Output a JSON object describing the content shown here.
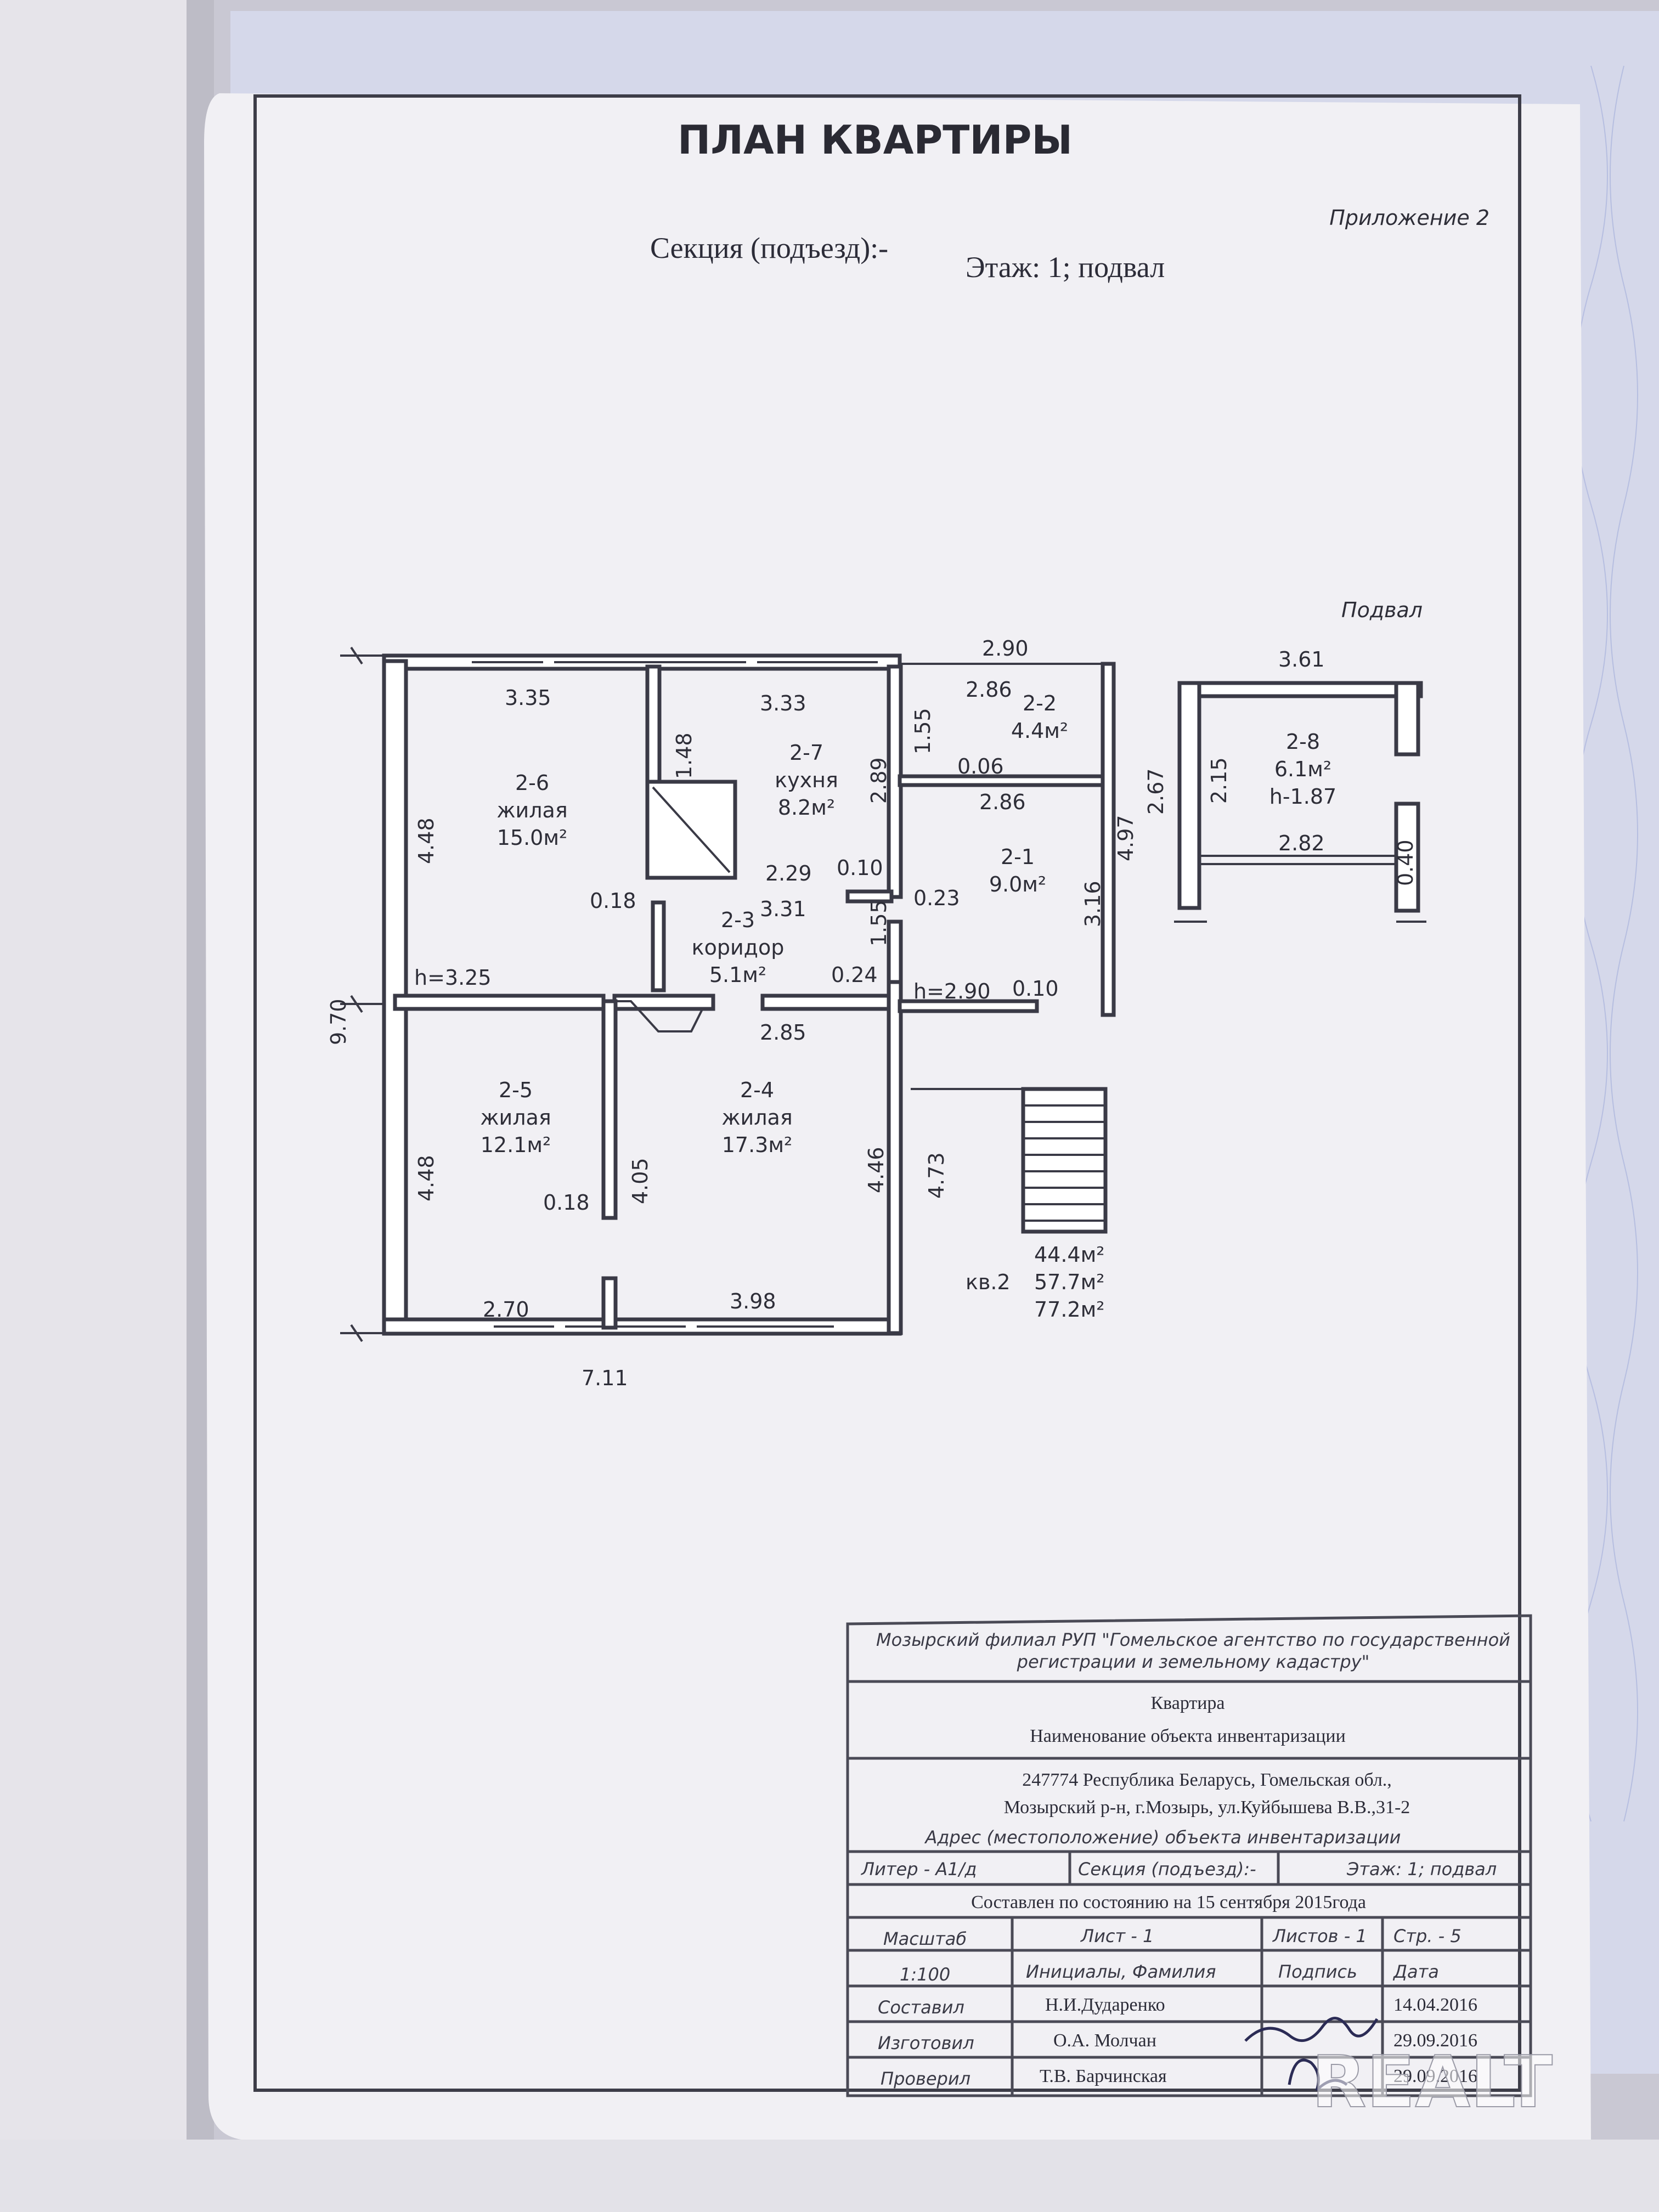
{
  "header": {
    "title": "ПЛАН КВАРТИРЫ",
    "appendix": "Приложение 2",
    "section": "Секция (подъезд):-",
    "floor": "Этаж: 1; подвал",
    "basement_label": "Подвал"
  },
  "rooms": [
    {
      "id": "2-6",
      "name": "жилая",
      "area": "15.0м²"
    },
    {
      "id": "2-7",
      "name": "кухня",
      "area": "8.2м²"
    },
    {
      "id": "2-2",
      "name": "",
      "area": "4.4м²"
    },
    {
      "id": "2-1",
      "name": "",
      "area": "9.0м²"
    },
    {
      "id": "2-3",
      "name": "коридор",
      "area": "5.1м²"
    },
    {
      "id": "2-5",
      "name": "жилая",
      "area": "12.1м²"
    },
    {
      "id": "2-4",
      "name": "жилая",
      "area": "17.3м²"
    },
    {
      "id": "2-8",
      "name": "",
      "area": "6.1м²",
      "height": "h-1.87"
    }
  ],
  "dimensions": {
    "top_2_90": "2.90",
    "top_3_35": "3.35",
    "top_3_33": "3.33",
    "top_2_86a": "2.86",
    "d_1_48": "1.48",
    "d_2_89": "2.89",
    "d_1_55a": "1.55",
    "d_0_06": "0.06",
    "d_2_86b": "2.86",
    "d_4_48a": "4.48",
    "d_4_97": "4.97",
    "d_2_29": "2.29",
    "d_0_10a": "0.10",
    "d_0_18a": "0.18",
    "d_3_31": "3.31",
    "d_0_23": "0.23",
    "d_3_16": "3.16",
    "d_1_55b": "1.55",
    "h_3_25": "h=3.25",
    "d_0_24": "0.24",
    "h_2_90": "h=2.90",
    "d_0_10b": "0.10",
    "d_9_70": "9.70",
    "d_2_85": "2.85",
    "d_4_48b": "4.48",
    "d_4_05": "4.05",
    "d_0_18b": "0.18",
    "d_4_46": "4.46",
    "d_4_73": "4.73",
    "d_2_70": "2.70",
    "d_3_98": "3.98",
    "d_7_11": "7.11",
    "b_3_61": "3.61",
    "b_2_67": "2.67",
    "b_2_15": "2.15",
    "b_2_82": "2.82",
    "b_0_40": "0.40"
  },
  "totals": {
    "apartment": "кв.2",
    "area1": "44.4м²",
    "area2": "57.7м²",
    "area3": "77.2м²"
  },
  "title_block": {
    "org_line1": "Мозырский филиал РУП \"Гомельское агентство по государственной",
    "org_line2": "регистрации и земельному кадастру\"",
    "object": "Квартира",
    "object_caption": "Наименование объекта инвентаризации",
    "address_line1": "247774 Республика Беларусь, Гомельская обл.,",
    "address_line2": "Мозырский р-н, г.Мозырь, ул.Куйбышева В.В.,31-2",
    "address_caption": "Адрес (местоположение) объекта инвентаризации",
    "litera": "Литер - А1/д",
    "section": "Секция (подъезд):-",
    "floor": "Этаж: 1; подвал",
    "compiled": "Составлен по состоянию на 15 сентября 2015года",
    "scale_label": "Масштаб",
    "sheet": "Лист - 1",
    "sheets": "Листов - 1",
    "page": "Стр. - 5",
    "scale": "1:100",
    "col_name": "Инициалы, Фамилия",
    "col_sign": "Подпись",
    "col_date": "Дата",
    "rows": [
      {
        "role": "Составил",
        "name": "Н.И.Дударенко",
        "date": "14.04.2016"
      },
      {
        "role": "Изготовил",
        "name": "О.А. Молчан",
        "date": "29.09.2016"
      },
      {
        "role": "Проверил",
        "name": "Т.В. Барчинская",
        "date": "29.09.2016"
      }
    ]
  },
  "watermark": "REALT"
}
